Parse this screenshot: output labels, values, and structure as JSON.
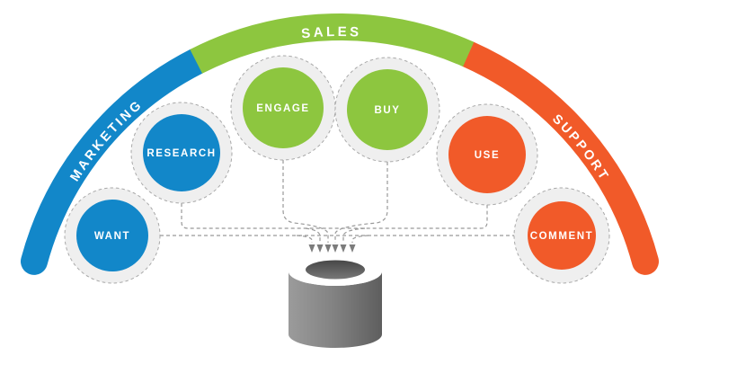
{
  "diagram": {
    "arc_segments": [
      {
        "label": "MARKETING",
        "color": "#1287C9"
      },
      {
        "label": "SALES",
        "color": "#8DC63F"
      },
      {
        "label": "SUPPORT",
        "color": "#F15A29"
      }
    ],
    "stages": [
      {
        "label": "WANT",
        "color": "#1287C9"
      },
      {
        "label": "RESEARCH",
        "color": "#1287C9"
      },
      {
        "label": "ENGAGE",
        "color": "#8DC63F"
      },
      {
        "label": "BUY",
        "color": "#8DC63F"
      },
      {
        "label": "USE",
        "color": "#F15A29"
      },
      {
        "label": "COMMENT",
        "color": "#F15A29"
      }
    ],
    "connectors": {
      "color": "#999999",
      "style": "dashed",
      "arrow_count": "6"
    },
    "ring": {
      "fill": "#EFEFEF",
      "stroke": "#A9A9A9"
    },
    "cylinder_icon": "database-cylinder"
  }
}
